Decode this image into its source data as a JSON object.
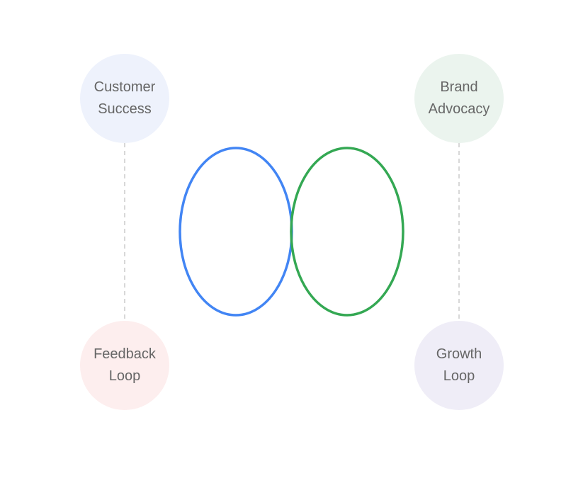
{
  "colors": {
    "left_loop": "#4285f4",
    "right_loop": "#34a853",
    "connector": "#cccccc",
    "label_text": "#666666"
  },
  "nodes": {
    "customer_success": {
      "line1": "Customer",
      "line2": "Success",
      "fill": "#eef2fc"
    },
    "brand_advocacy": {
      "line1": "Brand",
      "line2": "Advocacy",
      "fill": "#ebf4ee"
    },
    "feedback_loop": {
      "line1": "Feedback",
      "line2": "Loop",
      "fill": "#fdeeee"
    },
    "growth_loop": {
      "line1": "Growth",
      "line2": "Loop",
      "fill": "#efedf7"
    }
  }
}
